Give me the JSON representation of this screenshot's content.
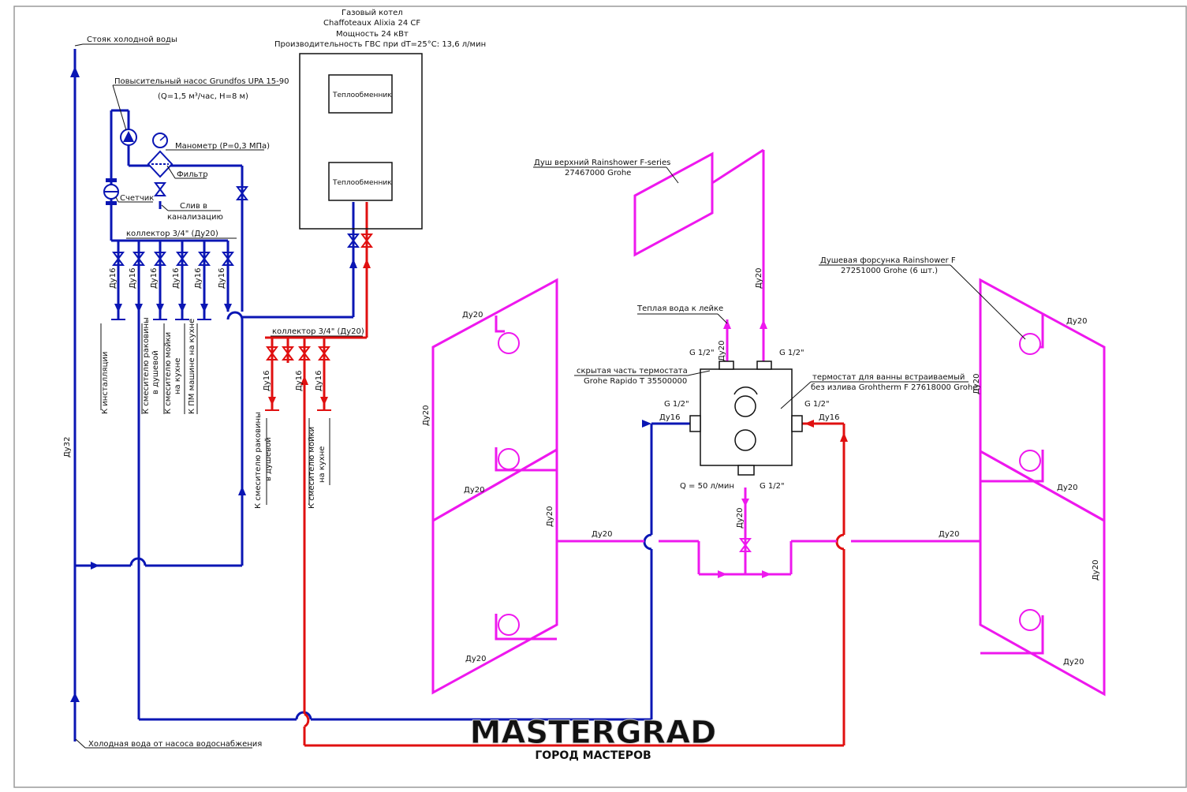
{
  "colors": {
    "cold": "#0a16b4",
    "hot": "#e01010",
    "mixed": "#ee18ee",
    "line": "#111111",
    "frame": "#9a9a9a"
  },
  "risers": {
    "cold_riser": "Стояк холодной воды",
    "cold_from_pump": "Холодная вода от насоса водоснабжения",
    "main_dn": "Ду32"
  },
  "pump": {
    "line1": "Повысительный насос Grundfos UPA 15-90",
    "line2": "(Q=1,5 м³/час, H=8 м)"
  },
  "gauge": "Манометр (P=0,3 МПа)",
  "filter": "Фильтр",
  "meter": "Счетчик",
  "drain": {
    "line1": "Слив в",
    "line2": "канализацию"
  },
  "boiler": {
    "line1": "Газовый котел",
    "line2": "Chaffoteaux Alixia 24 CF",
    "line3": "Мощность 24 кВт",
    "line4": "Производительность ГВС при dT=25°С: 13,6 л/мин",
    "hx": "Теплообменник"
  },
  "cold_collector": {
    "label": "коллектор 3/4\" (Ду20)",
    "dn": "Ду16",
    "outlets": [
      "К инсталляции",
      "К смесителю раковины",
      "в душевой",
      "К смесителю мойки",
      "на кухне",
      "К ПМ машине на кухне"
    ]
  },
  "hot_collector": {
    "label": "коллектор 3/4\" (Ду20)",
    "dn": "Ду16",
    "outlets": [
      "К смесителю раковины",
      "в душевой",
      "К смесителю мойки",
      "на кухне"
    ]
  },
  "shower_head": {
    "line1": "Душ верхний Rainshower F-series",
    "line2": "27467000 Grohe"
  },
  "jets": {
    "line1": "Душевая форсунка Rainshower F",
    "line2": "27251000 Grohe (6 шт.)"
  },
  "warm_to_hand": "Теплая вода к лейке",
  "thermostat": {
    "hidden1": "скрытая часть термостата",
    "hidden2": "Grohe Rapido T 35500000",
    "body1": "термостат для ванны встраиваемый",
    "body2": "без излива Grohtherm F 27618000 Grohe",
    "g": "G 1/2\"",
    "flow": "Q = 50 л/мин"
  },
  "dn": {
    "d20": "Ду20",
    "d16": "Ду16"
  },
  "watermark": {
    "main": "MASTERGRAD",
    "sub": "ГОРОД МАСТЕРОВ"
  }
}
